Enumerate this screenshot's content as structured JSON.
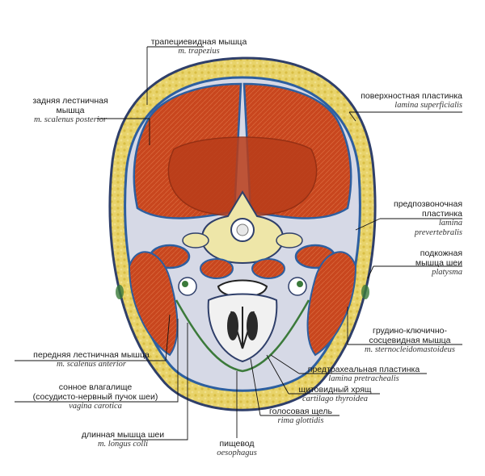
{
  "labels": {
    "trapezius": {
      "ru": "трапециевидная мышца",
      "la": "m. trapezius"
    },
    "scalenus_posterior": {
      "ru1": "задняя лестничная",
      "ru2": "мышца",
      "la": "m. scalenus posterior"
    },
    "lamina_superficialis": {
      "ru": "поверхностная пластинка",
      "la": "lamina superficialis"
    },
    "lamina_prevertebralis": {
      "ru1": "предпозвоночная",
      "ru2": "пластинка",
      "la1": "lamina",
      "la2": "prevertebralis"
    },
    "platysma": {
      "ru1": "подкожная",
      "ru2": "мышца шеи",
      "la": "platysma"
    },
    "sternocleidomastoideus": {
      "ru1": "грудино-ключично-",
      "ru2": "сосцевидная мышца",
      "la": "m. sternocleidomastoideus"
    },
    "lamina_pretrachealis": {
      "ru": "предтрахеальная пластинка",
      "la": "lamina pretrachealis"
    },
    "cartilago_thyroidea": {
      "ru": "щитовидный хрящ",
      "la": "cartilago thyroidea"
    },
    "rima_glottidis": {
      "ru": "голосовая щель",
      "la": "rima glottidis"
    },
    "oesophagus": {
      "ru": "пищевод",
      "la": "oesophagus"
    },
    "longus_colli": {
      "ru": "длинная мышца шеи",
      "la": "m. longus colli"
    },
    "vagina_carotica": {
      "ru1": "сонное влагалище",
      "ru2": "(сосудисто-нервный пучок шеи)",
      "la": "vagina carotica"
    },
    "scalenus_anterior": {
      "ru": "передняя лестничная мышца",
      "la": "m. scalenus anterior"
    }
  },
  "colors": {
    "fat": "#e8d36a",
    "skin_border": "#2f3f6a",
    "muscle": "#c8461e",
    "muscle_light": "#d9622e",
    "fascia": "#2d5fa0",
    "bone": "#eee6a8",
    "connective": "#d6d9e6",
    "cartilage": "#f1f1f1",
    "vessel_green": "#3b7a3a"
  }
}
